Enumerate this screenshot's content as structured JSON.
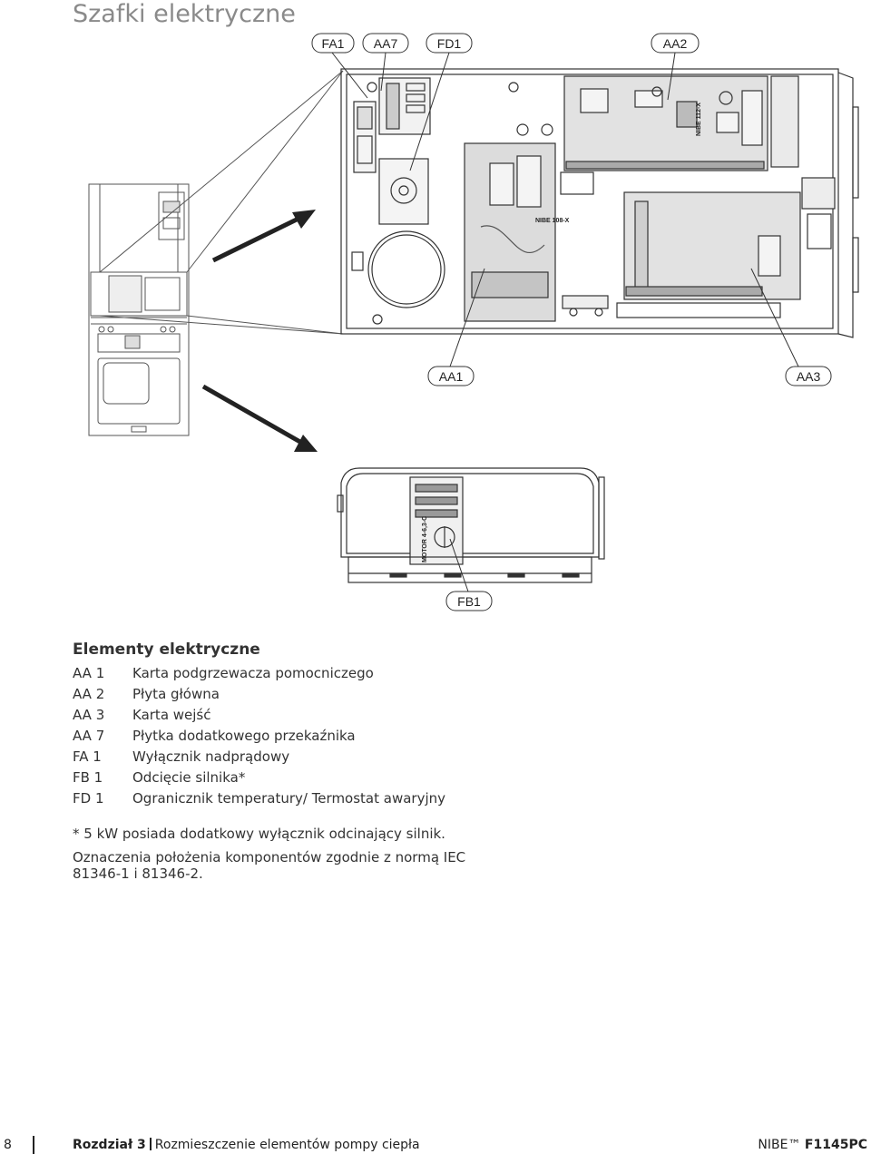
{
  "page": {
    "title": "Szafki elektryczne"
  },
  "callouts": {
    "fa1": "FA1",
    "aa7": "AA7",
    "fd1": "FD1",
    "aa2": "AA2",
    "aa1": "AA1",
    "aa3": "AA3",
    "fb1": "FB1"
  },
  "board_labels": {
    "aa2_board": "NIBE 112-X",
    "aa1_board": "NIBE 108-X",
    "fb1_switch": "MOTOR 4-6,3-C"
  },
  "legend": {
    "heading": "Elementy elektryczne",
    "items": [
      {
        "code": "AA 1",
        "text": "Karta podgrzewacza pomocniczego"
      },
      {
        "code": "AA 2",
        "text": "Płyta główna"
      },
      {
        "code": "AA 3",
        "text": "Karta wejść"
      },
      {
        "code": "AA 7",
        "text": "Płytka dodatkowego przekaźnika"
      },
      {
        "code": "FA 1",
        "text": "Wyłącznik nadprądowy"
      },
      {
        "code": "FB 1",
        "text": "Odcięcie silnika*"
      },
      {
        "code": "FD 1",
        "text": "Ogranicznik temperatury/ Termostat awaryjny"
      }
    ]
  },
  "notes": {
    "footnote": "* 5 kW posiada dodatkowy wyłącznik odcinający silnik.",
    "positions": "Oznaczenia położenia komponentów zgodnie z normą IEC 81346-1 i 81346-2."
  },
  "footer": {
    "page_number": "8",
    "chapter_label": "Rozdział 3",
    "chapter_title": "Rozmieszczenie elementów pompy ciepła",
    "product_brand": "NIBE™",
    "product_model": "F1145PC"
  }
}
